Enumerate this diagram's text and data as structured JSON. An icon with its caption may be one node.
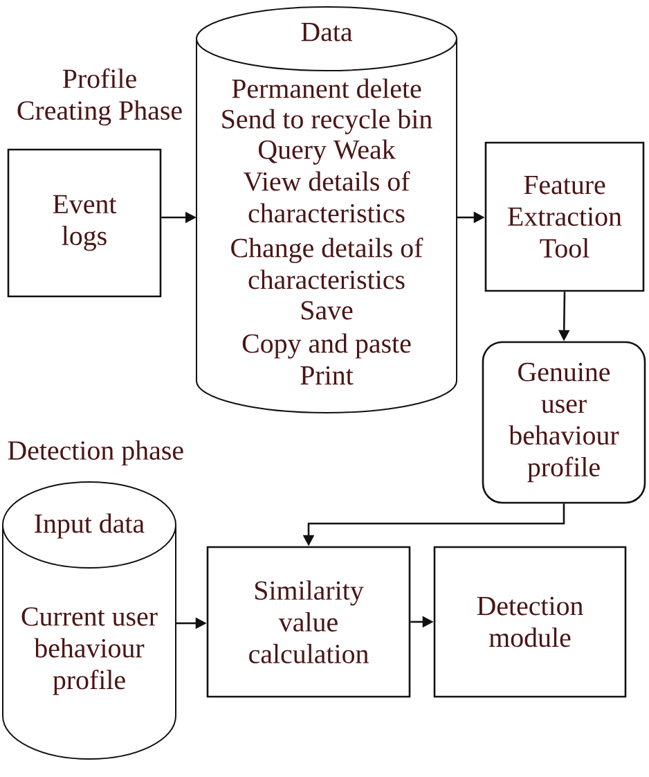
{
  "diagram": {
    "nodes": [
      {
        "text": [
          "Event logs"
        ]
      },
      {
        "text": [
          "Data",
          "Permanent delete",
          "Send to recycle bin",
          "Query Weak",
          "View details of characteristics",
          "Change details of characteristics",
          "Save",
          "Copy and paste",
          "Print"
        ]
      },
      {
        "text": [
          "Feature Extraction Tool"
        ]
      },
      {
        "text": [
          "Genuine user behaviour profile"
        ]
      },
      {
        "text": [
          "Input data",
          "Current user behaviour profile"
        ]
      },
      {
        "text": [
          "Similarity value calculation"
        ]
      },
      {
        "text": [
          "Detection module"
        ]
      }
    ],
    "edges": [
      {
        "from": 0,
        "to": 1,
        "arrow": "to"
      },
      {
        "from": 1,
        "to": 2,
        "arrow": "to"
      },
      {
        "from": 2,
        "to": 3,
        "arrow": "to"
      },
      {
        "from": 3,
        "to": 5,
        "arrow": "to"
      },
      {
        "from": 4,
        "to": 5,
        "arrow": "to"
      },
      {
        "from": 5,
        "to": 6,
        "arrow": "to"
      }
    ],
    "labels": [
      "Profile Creating Phase",
      "Detection phase"
    ]
  }
}
